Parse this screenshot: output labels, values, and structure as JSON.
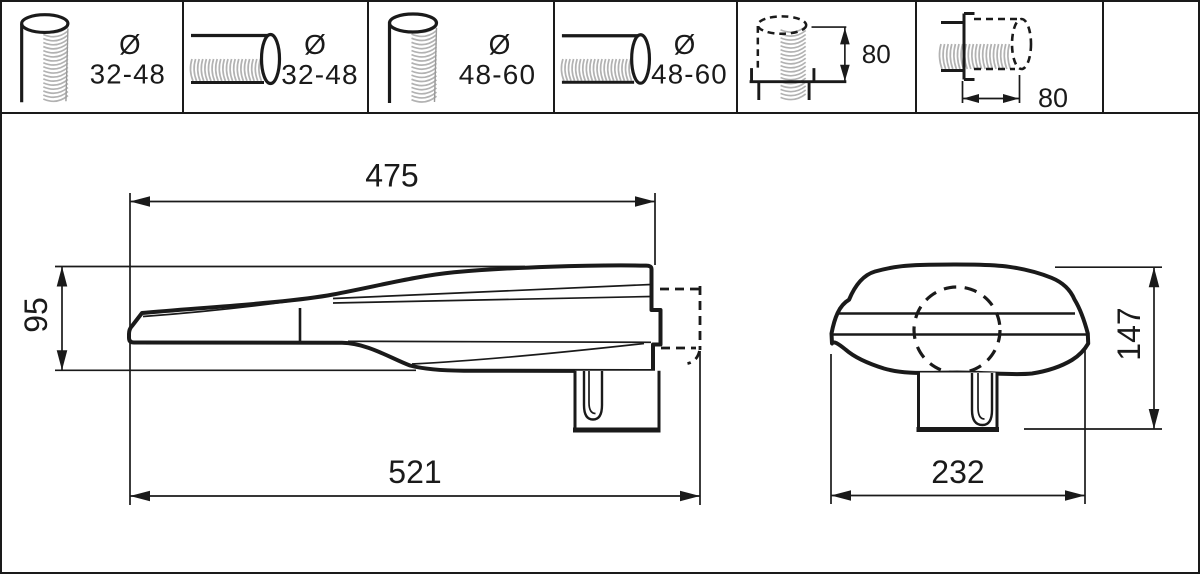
{
  "drawing": {
    "mounting_row": {
      "cells": [
        {
          "id": "pole-vertical-32-48",
          "symbol": "Ø",
          "range": "32-48"
        },
        {
          "id": "pole-horizontal-32-48",
          "symbol": "Ø",
          "range": "32-48"
        },
        {
          "id": "pole-vertical-48-60",
          "symbol": "Ø",
          "range": "48-60"
        },
        {
          "id": "pole-horizontal-48-60",
          "symbol": "Ø",
          "range": "48-60"
        },
        {
          "id": "spigot-vertical-80",
          "value": "80"
        },
        {
          "id": "spigot-horizontal-80",
          "value": "80"
        }
      ]
    },
    "side_view": {
      "top_length": "475",
      "height": "95",
      "overall_length": "521"
    },
    "rear_view": {
      "height": "147",
      "width": "232"
    },
    "colors": {
      "line": "#1a1a1a",
      "hatch": "#b2b2b2",
      "background": "#ffffff"
    }
  }
}
